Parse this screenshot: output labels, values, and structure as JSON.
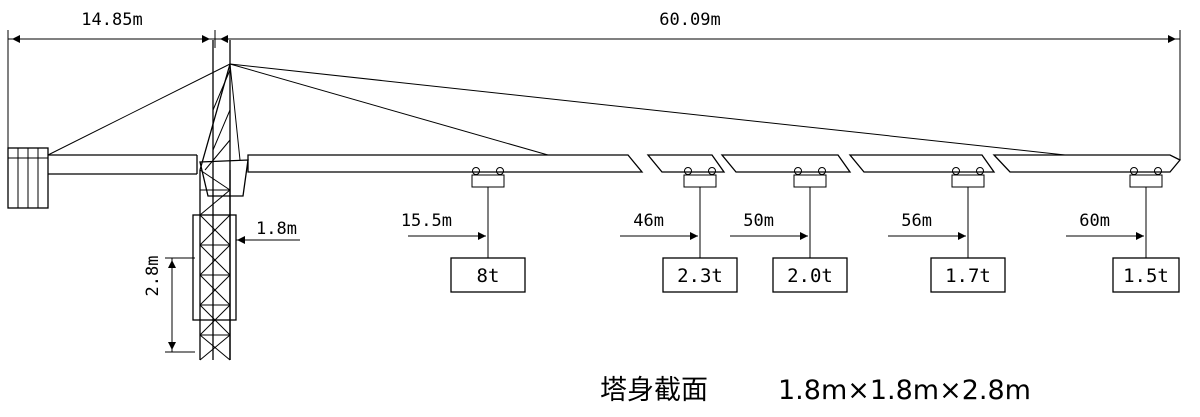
{
  "dimensions": {
    "counter_jib_length": "14.85m",
    "jib_length": "60.09m",
    "section_width": "1.8m",
    "section_height": "2.8m"
  },
  "load_points": [
    {
      "radius": "15.5m",
      "load": "8t"
    },
    {
      "radius": "46m",
      "load": "2.3t"
    },
    {
      "radius": "50m",
      "load": "2.0t"
    },
    {
      "radius": "56m",
      "load": "1.7t"
    },
    {
      "radius": "60m",
      "load": "1.5t"
    }
  ],
  "caption": {
    "label": "塔身截面",
    "value": "1.8m×1.8m×2.8m"
  }
}
